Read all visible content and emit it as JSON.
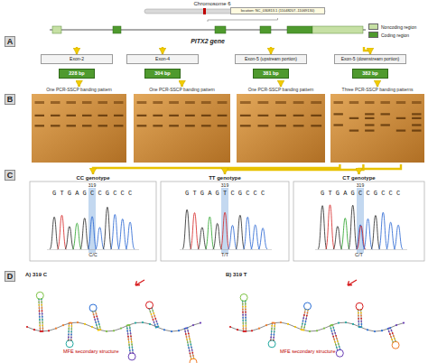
{
  "diagram": {
    "nodes": [
      {
        "text": [
          "Chromosome 6",
          "location: NC_030813.1 (11048207..11069130)"
        ]
      },
      {
        "text": [
          "PITX2 gene"
        ]
      },
      {
        "text": [
          "Exon-2",
          "228 bp"
        ]
      },
      {
        "text": [
          "Exon-4",
          "304 bp"
        ]
      },
      {
        "text": [
          "Exon-5 (upstream portion)",
          "381 bp"
        ]
      },
      {
        "text": [
          "Exon-5 (downstream portion)",
          "382 bp"
        ]
      },
      {
        "text": [
          "One PCR-SSCP banding pattern"
        ]
      },
      {
        "text": [
          "One PCR-SSCP banding pattern"
        ]
      },
      {
        "text": [
          "One PCR-SSCP banding pattern"
        ]
      },
      {
        "text": [
          "Three PCR-SSCP banding patterns"
        ]
      },
      {
        "text": [
          "CC genotype",
          "C/C"
        ]
      },
      {
        "text": [
          "TT genotype",
          "T/T"
        ]
      },
      {
        "text": [
          "CT genotype",
          "C/T"
        ]
      }
    ],
    "edges": [
      {
        "from": 0,
        "to": 1,
        "arrow": "none"
      },
      {
        "from": 1,
        "to": 2,
        "arrow": "to"
      },
      {
        "from": 1,
        "to": 3,
        "arrow": "to"
      },
      {
        "from": 1,
        "to": 4,
        "arrow": "to"
      },
      {
        "from": 1,
        "to": 5,
        "arrow": "to"
      },
      {
        "from": 2,
        "to": 6,
        "arrow": "to"
      },
      {
        "from": 3,
        "to": 7,
        "arrow": "to"
      },
      {
        "from": 4,
        "to": 8,
        "arrow": "to"
      },
      {
        "from": 5,
        "to": 9,
        "arrow": "to"
      },
      {
        "from": 9,
        "to": 10,
        "arrow": "to"
      },
      {
        "from": 9,
        "to": 11,
        "arrow": "to"
      },
      {
        "from": 9,
        "to": 12,
        "arrow": "to"
      }
    ],
    "labels": [
      "A",
      "B",
      "C",
      "D",
      "319",
      "G T G A G C C G C C C",
      "319",
      "G T G A G T C G C C C",
      "319",
      "G T G A G C C G C C C",
      "A) 319 C",
      "MFE secondary structure",
      "B) 319 T",
      "MFE secondary structure"
    ],
    "legend": [
      {
        "text": "Noncoding region",
        "color": "#c6e0a4"
      },
      {
        "text": "Coding region",
        "color": "#4f9a2e"
      }
    ]
  }
}
